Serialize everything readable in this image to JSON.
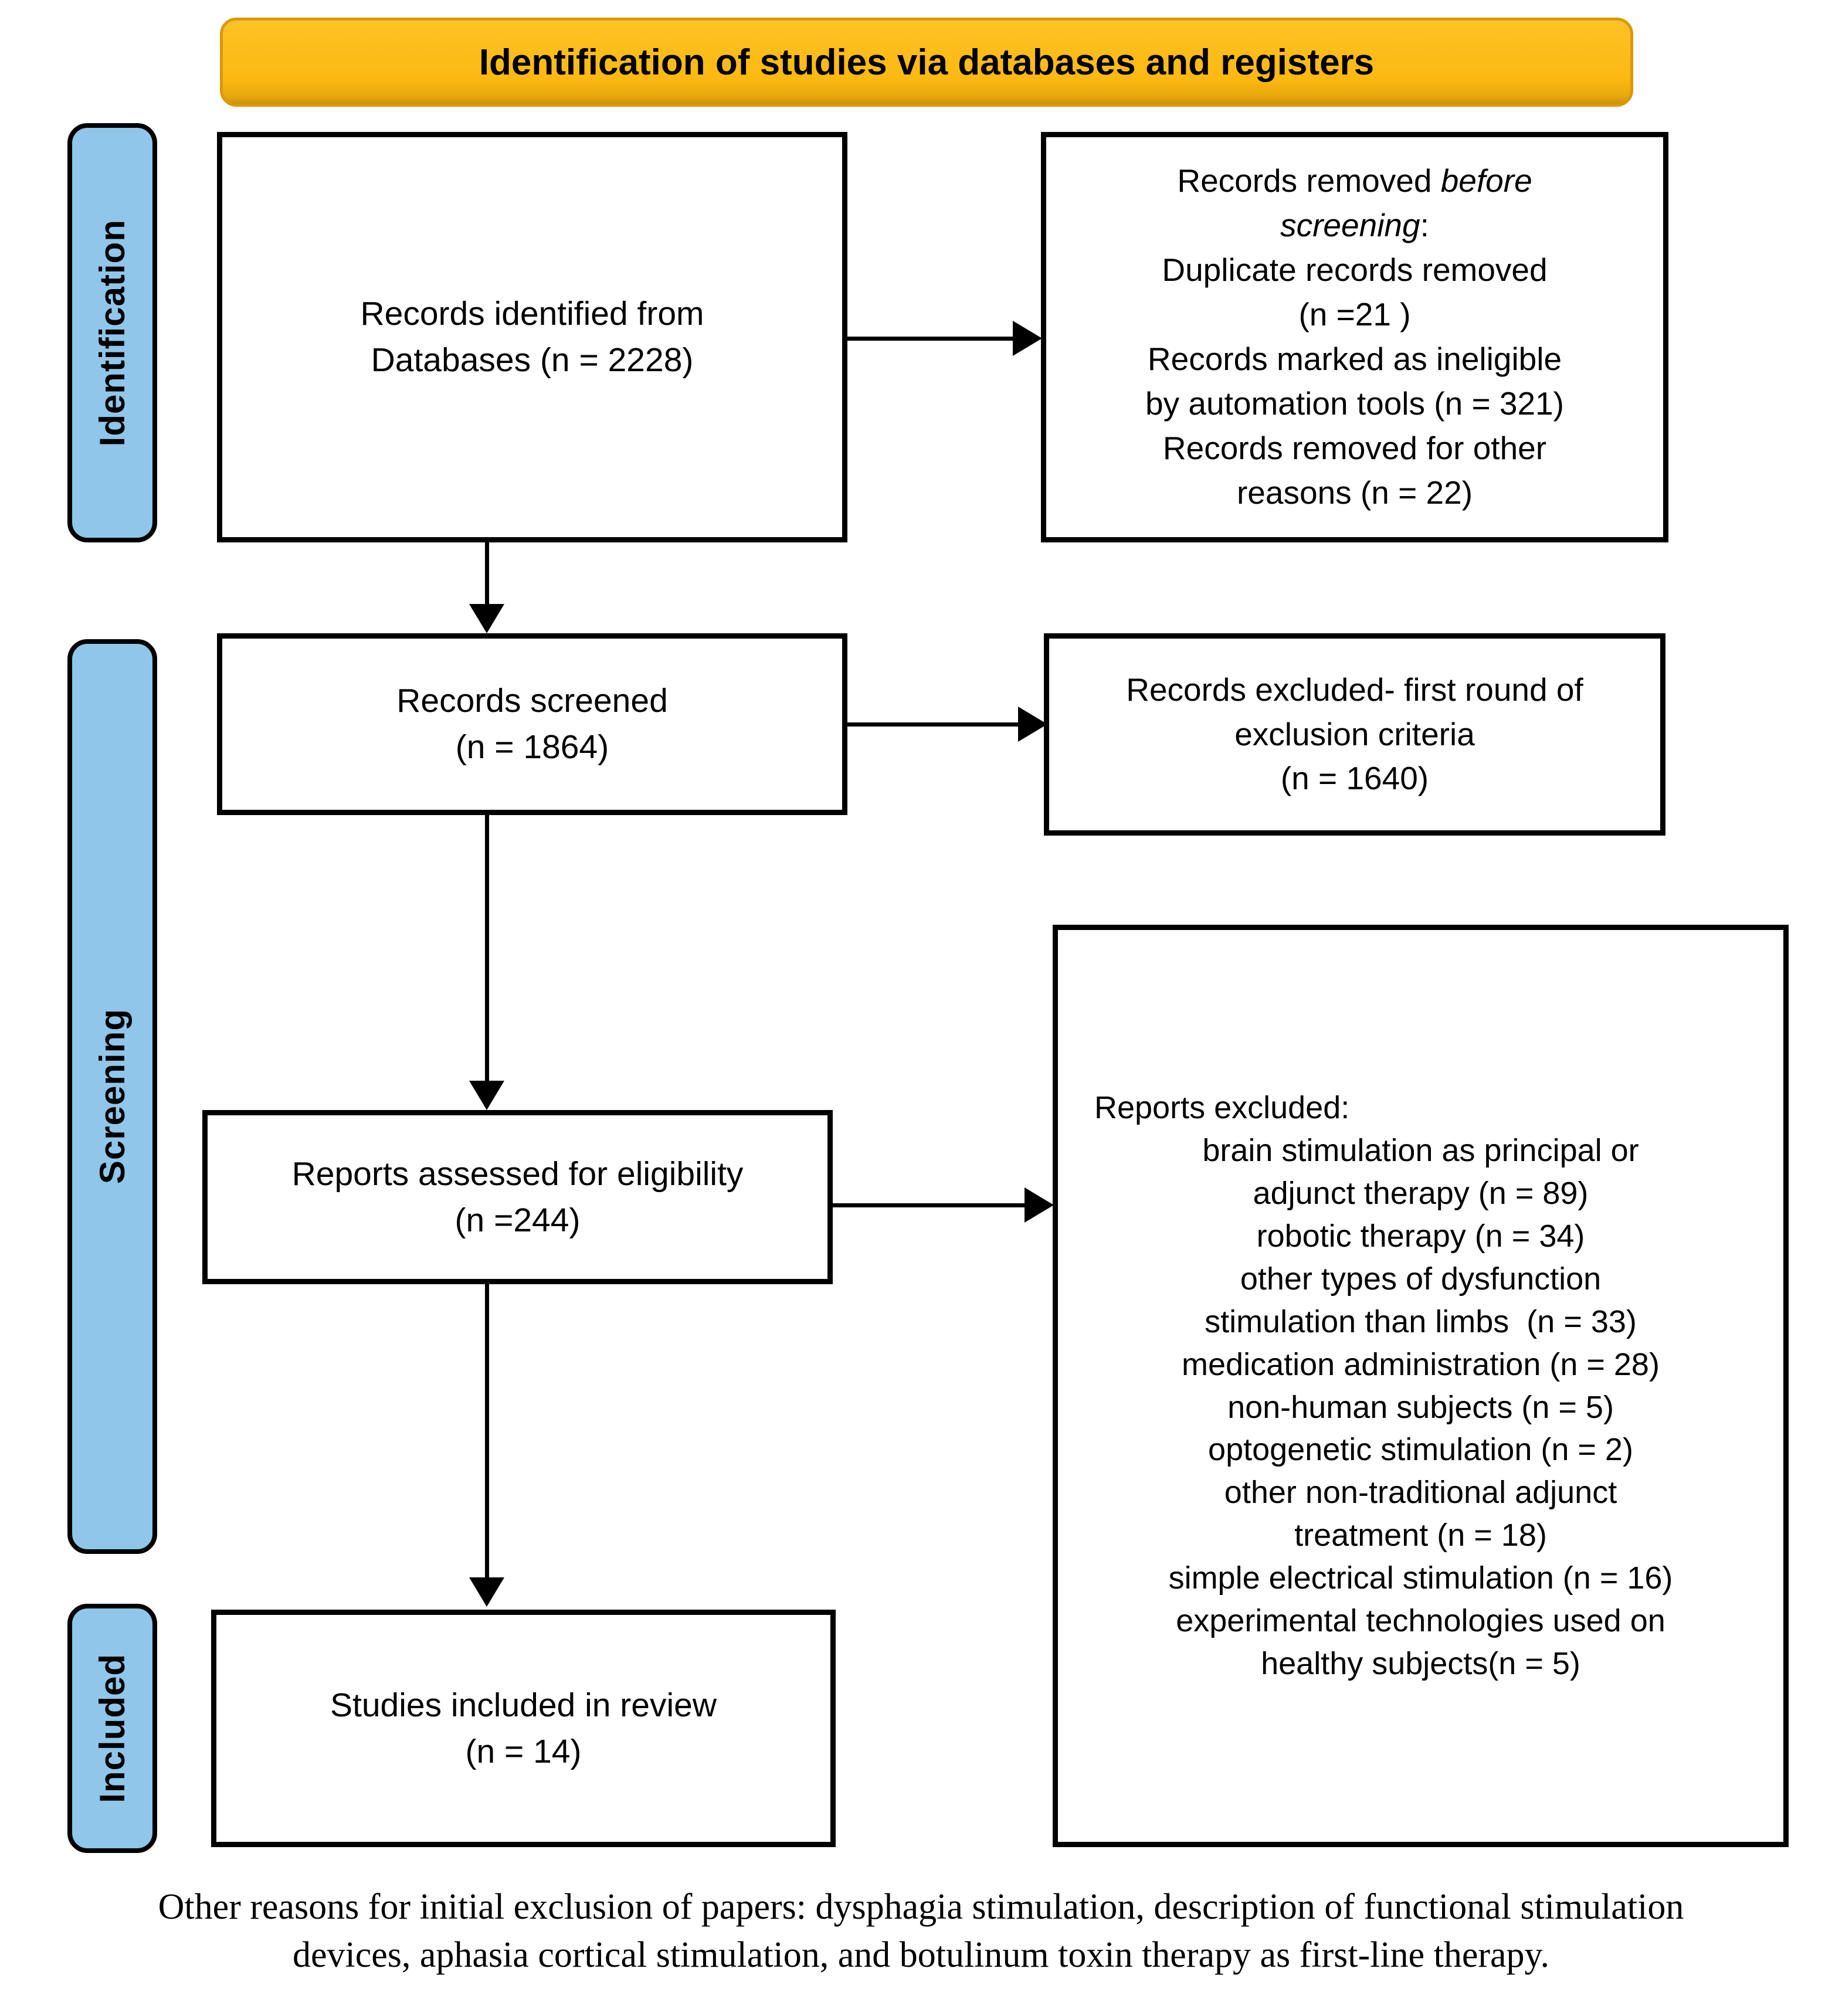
{
  "colors": {
    "banner_bg": "#FCB911",
    "banner_border": "#D9990A",
    "sidebar_bg": "#8FC6E9",
    "line_color": "#000000",
    "box_bg": "#FFFFFF",
    "page_bg": "#FFFFFF"
  },
  "banner": {
    "title": "Identification of studies via databases and registers"
  },
  "sidebar": {
    "identification": "Identification",
    "screening": "Screening",
    "included": "Included"
  },
  "flow": {
    "records_identified": "Records identified from\nDatabases (n = 2228)",
    "records_removed_prefix": "Records removed ",
    "records_removed_italic": "before\nscreening",
    "records_removed_colon": ":",
    "records_removed_details": "Duplicate records removed\n(n =21 )\nRecords marked as ineligible\nby automation tools (n = 321)\nRecords removed for other\nreasons (n = 22)",
    "records_screened": "Records screened\n(n = 1864)",
    "records_excluded_first_round": "Records excluded- first round of\nexclusion criteria\n(n = 1640)",
    "reports_assessed": "Reports assessed for eligibility\n(n =244)",
    "reports_excluded_heading": "Reports excluded:",
    "reports_excluded_list": "brain stimulation as principal or\nadjunct therapy (n = 89)\nrobotic therapy (n = 34)\nother types of dysfunction\nstimulation than limbs  (n = 33)\nmedication administration (n = 28)\nnon-human subjects (n = 5)\noptogenetic stimulation (n = 2)\nother non-traditional adjunct\ntreatment (n = 18)\nsimple electrical stimulation (n = 16)\nexperimental technologies used on\nhealthy subjects(n = 5)",
    "studies_included": "Studies included in review\n(n = 14)"
  },
  "caption": "Other reasons for initial exclusion of papers: dysphagia stimulation, description of functional stimulation\ndevices, aphasia cortical stimulation, and botulinum toxin therapy as first-line therapy."
}
